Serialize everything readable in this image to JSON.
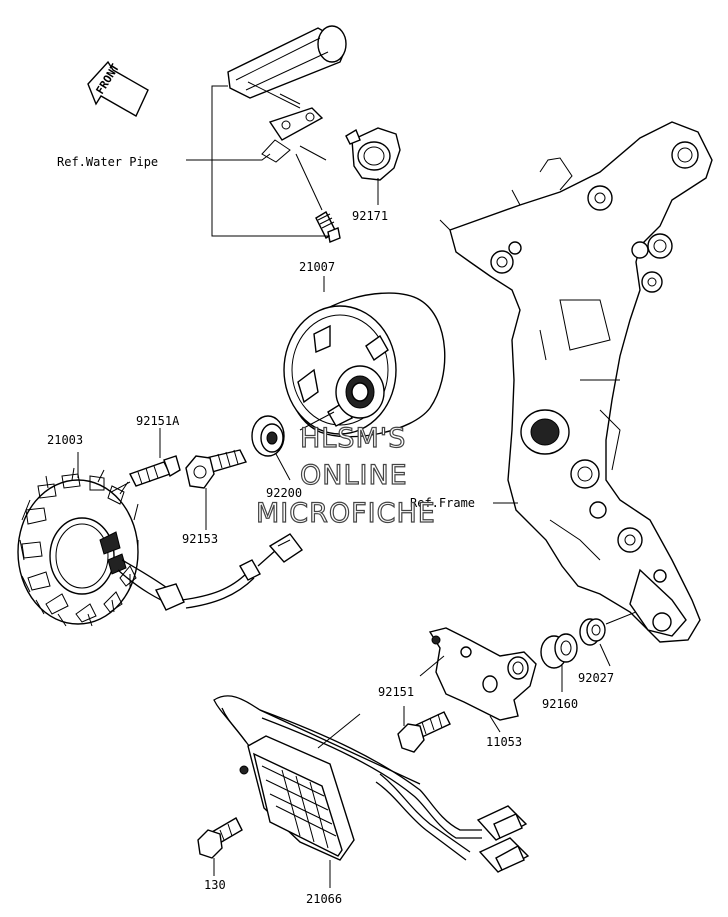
{
  "direction_label": "FRONT",
  "references": {
    "water_pipe": "Ref.Water Pipe",
    "frame": "Ref.Frame"
  },
  "parts": {
    "p92171": "92171",
    "p21007": "21007",
    "p92151A": "92151A",
    "p21003": "21003",
    "p92200": "92200",
    "p92153": "92153",
    "p92151": "92151",
    "p92027": "92027",
    "p92160": "92160",
    "p11053": "11053",
    "p130": "130",
    "p21066": "21066"
  },
  "watermark": {
    "line1": "HLSM'S",
    "line2": "ONLINE",
    "line3": "MICROFICHE"
  }
}
